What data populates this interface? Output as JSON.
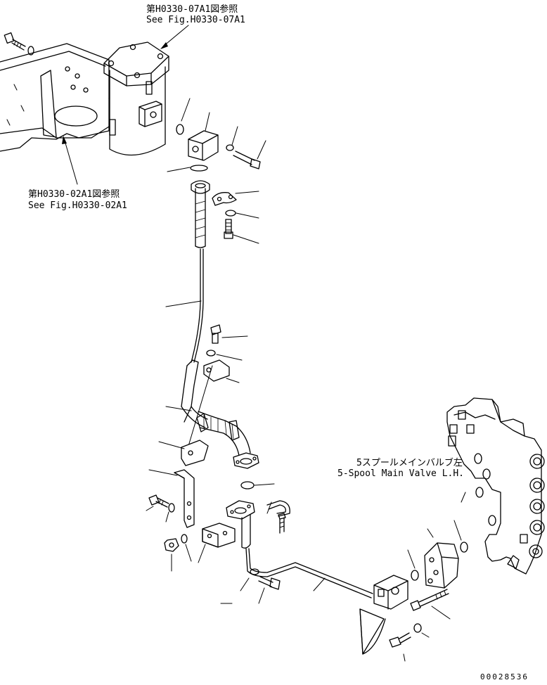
{
  "references": {
    "top_jp": "第H0330-07A1図参照",
    "top_en": "See Fig.H0330-07A1",
    "left_jp": "第H0330-02A1図参照",
    "left_en": "See Fig.H0330-02A1"
  },
  "valve_label": {
    "jp": "5スプールメインバルブ左",
    "en": "5-Spool Main Valve L.H."
  },
  "drawing_number": "00028536"
}
